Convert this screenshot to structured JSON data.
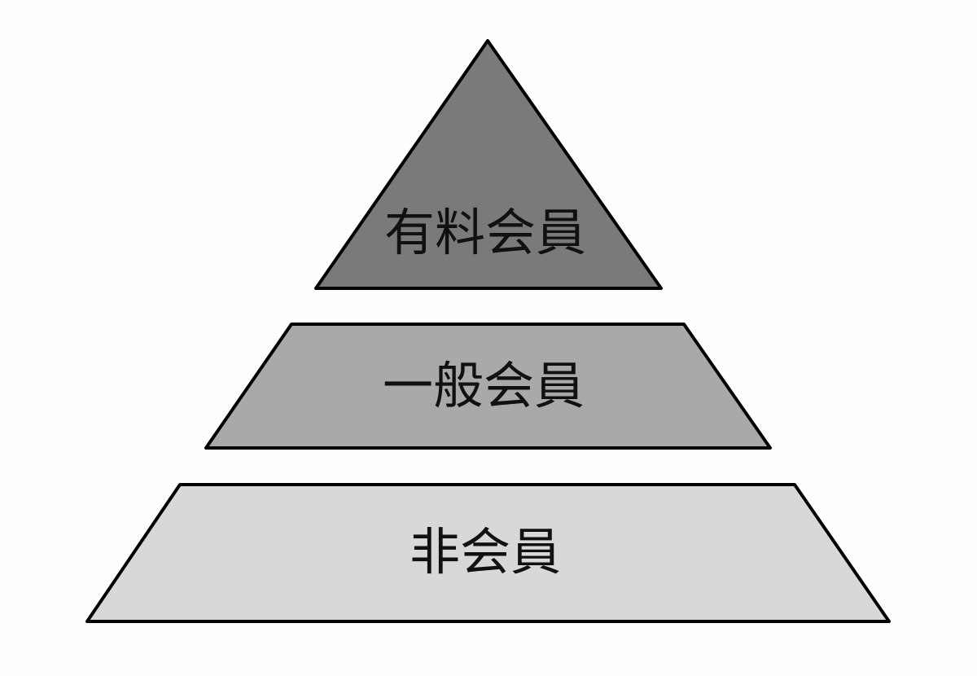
{
  "diagram": {
    "type": "pyramid",
    "tiers": [
      {
        "label": "有料会員",
        "color": "#7a7a7a"
      },
      {
        "label": "一般会員",
        "color": "#a9a9a9"
      },
      {
        "label": "非会員",
        "color": "#d8d8d8"
      }
    ]
  }
}
